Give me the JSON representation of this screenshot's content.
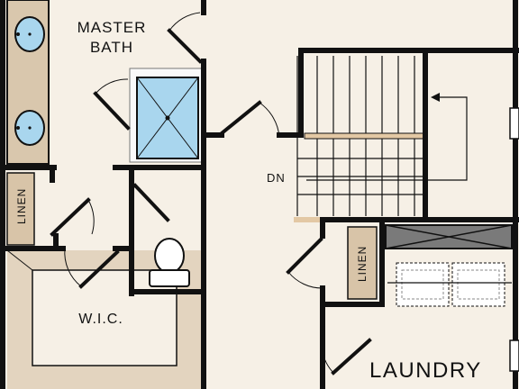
{
  "rooms": {
    "master_bath_line1": "MASTER",
    "master_bath_line2": "BATH",
    "wic": "W.I.C.",
    "linen_left": "LINEN",
    "linen_right": "LINEN",
    "laundry": "LAUNDRY"
  },
  "stairs": {
    "direction_label": "DN"
  },
  "colors": {
    "floor": "#f6f0e6",
    "wall": "#111111",
    "counter": "#d9c7ad",
    "shower_glass": "#a9d6ee",
    "stair_landing": "#e3c8a4",
    "shelf": "#d8c4a8",
    "hvac": "#7a7a7a"
  }
}
